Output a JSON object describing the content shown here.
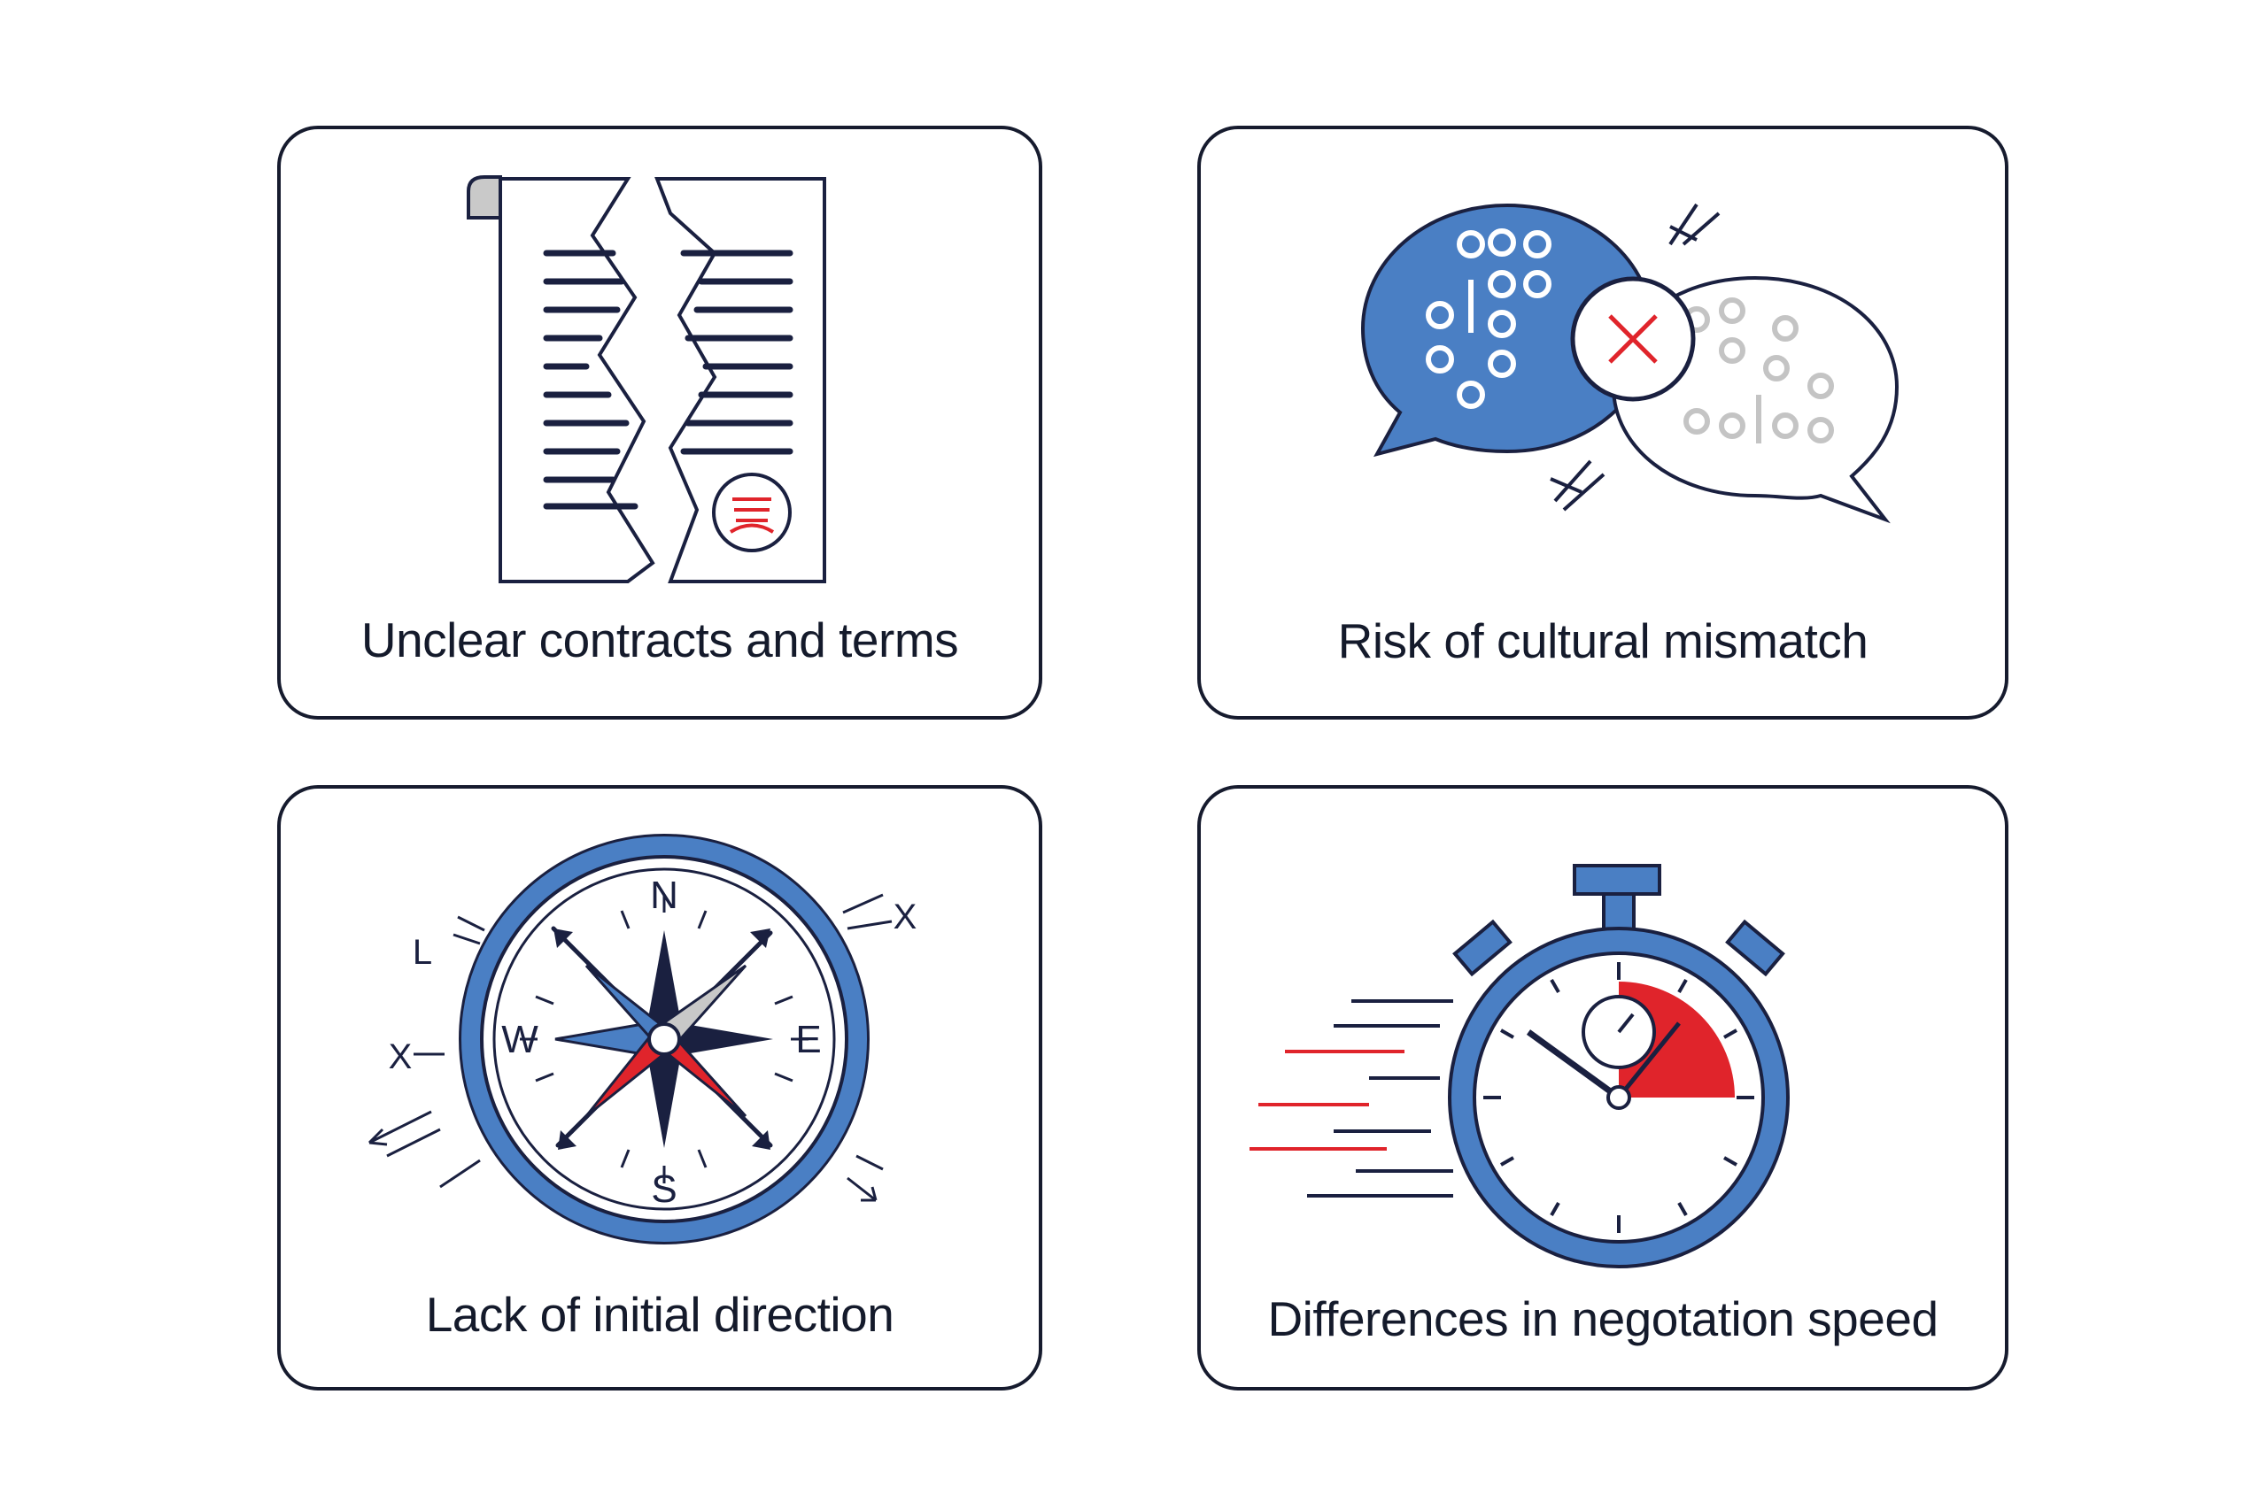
{
  "cards": [
    {
      "label": "Unclear contracts and terms",
      "icon": "torn-contract-icon"
    },
    {
      "label": "Risk of cultural mismatch",
      "icon": "speech-bubbles-mismatch-icon"
    },
    {
      "label": "Lack of initial direction",
      "icon": "compass-icon"
    },
    {
      "label": "Differences in negotation speed",
      "icon": "stopwatch-icon"
    }
  ],
  "compass": {
    "north": "N",
    "south": "S",
    "east": "E",
    "west": "W",
    "marks": [
      "L",
      "X",
      "X"
    ]
  },
  "colors": {
    "navy": "#1a2040",
    "blue": "#4a7fc4",
    "red": "#e0242b",
    "gray": "#c4c4c4"
  }
}
